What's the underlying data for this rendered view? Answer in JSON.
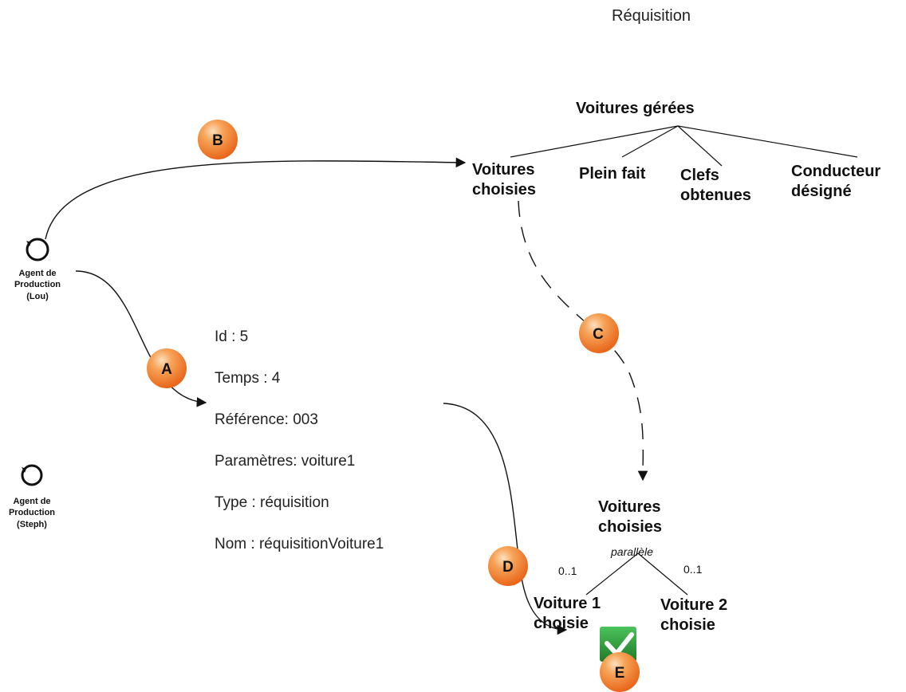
{
  "title": "Réquisition",
  "agents": [
    {
      "label": "Agent de\nProduction\n(Lou)"
    },
    {
      "label": "Agent de\nProduction\n(Steph)"
    }
  ],
  "tree_top": {
    "root": "Voitures gérées",
    "children": [
      "Voitures\nchoisies",
      "Plein fait",
      "Clefs\nobtenues",
      "Conducteur\ndésigné"
    ]
  },
  "tree_bottom": {
    "root": "Voitures\nchoisies",
    "operator": "parallèle",
    "children": [
      "Voiture 1\nchoisie",
      "Voiture 2\nchoisie"
    ],
    "multiplicities": [
      "0..1",
      "0..1"
    ]
  },
  "info_box": {
    "lines": [
      "Id : 5",
      "Temps : 4",
      "Référence: 003",
      "Paramètres: voiture1",
      "Type : réquisition",
      "Nom : réquisitionVoiture1"
    ]
  },
  "markers": [
    "A",
    "B",
    "C",
    "D",
    "E"
  ],
  "colors": {
    "marker": "#f07c22",
    "marker_light": "#fbd1a8",
    "check": "#2f9a3c",
    "line": "#111111"
  }
}
